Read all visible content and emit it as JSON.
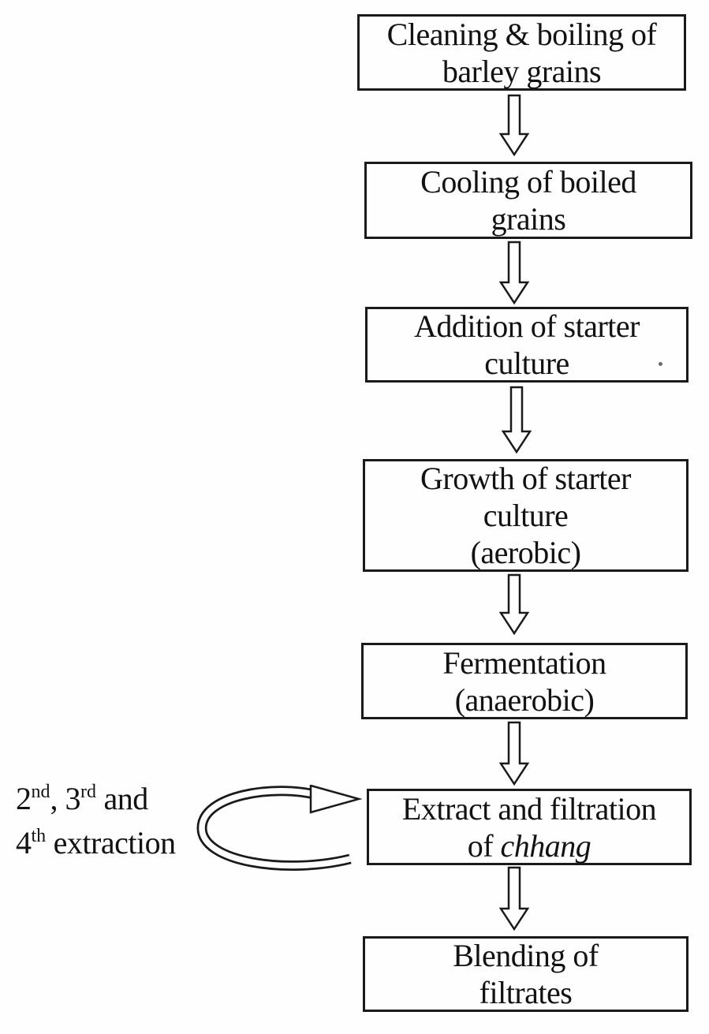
{
  "flowchart": {
    "steps": [
      {
        "name": "cleaning-boiling",
        "line1": "Cleaning & boiling of",
        "line2": "barley grains"
      },
      {
        "name": "cooling",
        "line1": "Cooling of boiled",
        "line2": "grains"
      },
      {
        "name": "addition-starter",
        "line1": "Addition of starter",
        "line2": "culture"
      },
      {
        "name": "growth-starter",
        "line1": "Growth of starter",
        "line2": "culture",
        "line3": "(aerobic)"
      },
      {
        "name": "fermentation",
        "line1": "Fermentation",
        "line2": "(anaerobic)"
      },
      {
        "name": "extract-filtration",
        "line1": "Extract and filtration",
        "line2_prefix": "of ",
        "line2_italic": "chhang"
      },
      {
        "name": "blending",
        "line1": "Blending of",
        "line2": "filtrates"
      }
    ],
    "side_label": {
      "l1_n1": "2",
      "l1_s1": "nd",
      "l1_mid": ", 3",
      "l1_s2": "rd",
      "l1_end": " and",
      "l2_n": "4",
      "l2_s": "th",
      "l2_end": " extraction"
    },
    "colors": {
      "ink": "#1a1a1a",
      "paper": "#fefefe"
    }
  }
}
